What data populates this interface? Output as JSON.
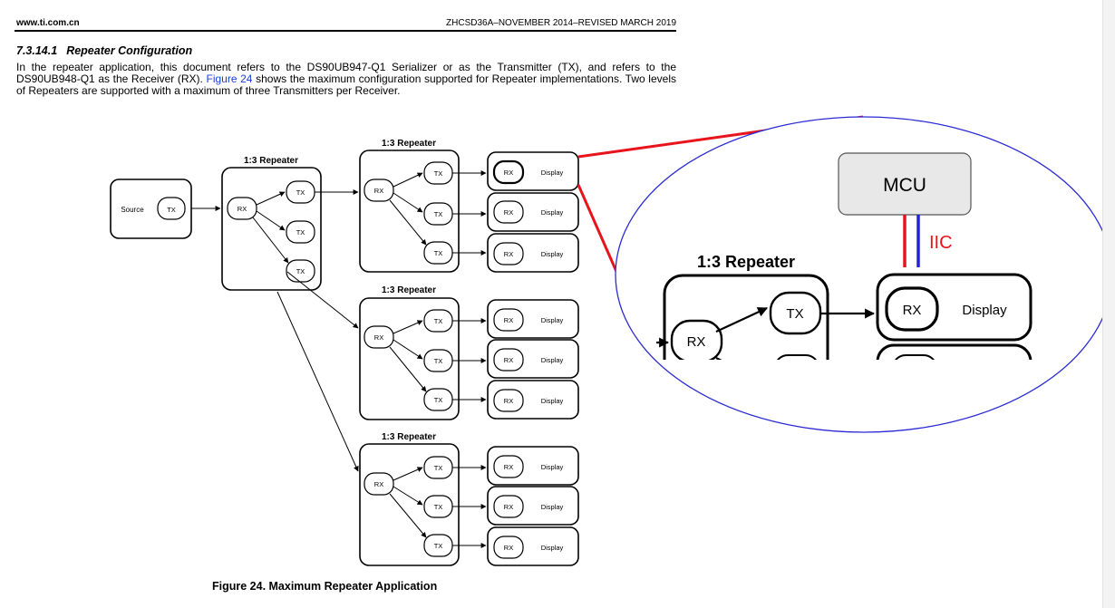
{
  "header": {
    "site": "www.ti.com.cn",
    "doc_id": "ZHCSD36A–NOVEMBER 2014–REVISED MARCH 2019"
  },
  "section": {
    "number": "7.3.14.1",
    "title": "Repeater Configuration"
  },
  "paragraph": {
    "part1": "In the repeater application, this document refers to the DS90UB947-Q1 Serializer or as the Transmitter (TX), and refers to the DS90UB948-Q1 as the Receiver (RX). ",
    "link": "Figure 24",
    "part2": " shows the maximum configuration supported for Repeater implementations. Two levels of Repeaters are supported with a maximum of three Transmitters per Receiver."
  },
  "diagram": {
    "source_label": "Source",
    "tx": "TX",
    "rx": "RX",
    "display": "Display",
    "repeater_title": "1:3 Repeater"
  },
  "zoom": {
    "mcu": "MCU",
    "iic": "IIC",
    "repeater_title": "1:3 Repeater",
    "rx": "RX",
    "tx": "TX",
    "display": "Display"
  },
  "caption": "Figure 24.  Maximum Repeater Application",
  "colors": {
    "link": "#1a3fd6",
    "highlight_red": "#e8141c",
    "ellipse_blue": "#2b2bd6",
    "mcu_fill": "#e8e8e8"
  }
}
